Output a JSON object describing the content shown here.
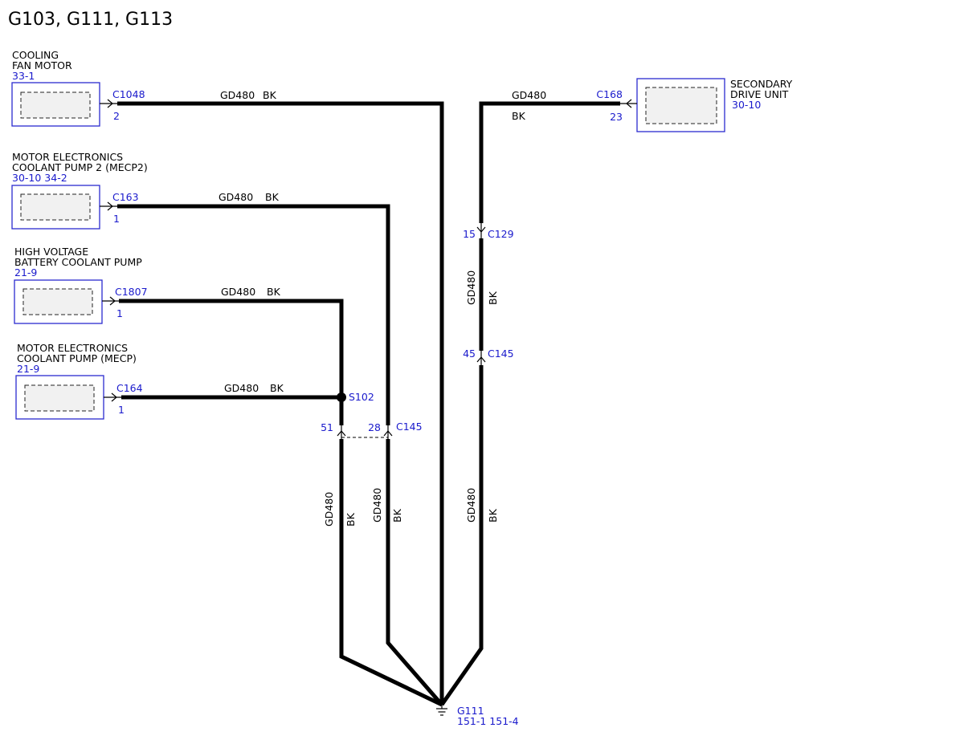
{
  "title": "G103, G111, G113",
  "wire": {
    "circuit": "GD480",
    "color": "BK"
  },
  "components": {
    "cooling_fan_motor": {
      "name_line1": "COOLING",
      "name_line2": "FAN MOTOR",
      "ref": "33-1",
      "connector": "C1048",
      "pin": "2"
    },
    "mecp2": {
      "name_line1": "MOTOR ELECTRONICS",
      "name_line2": "COOLANT PUMP 2 (MECP2)",
      "ref": "30-10 34-2",
      "connector": "C163",
      "pin": "1"
    },
    "hv_battery_pump": {
      "name_line1": "HIGH VOLTAGE",
      "name_line2": "BATTERY COOLANT PUMP",
      "ref": "21-9",
      "connector": "C1807",
      "pin": "1"
    },
    "mecp": {
      "name_line1": "MOTOR ELECTRONICS",
      "name_line2": "COOLANT PUMP (MECP)",
      "ref": "21-9",
      "connector": "C164",
      "pin": "1"
    },
    "secondary_drive_unit": {
      "name_line1": "SECONDARY",
      "name_line2": "DRIVE UNIT",
      "ref": "30-10",
      "connector": "C168",
      "pin": "23"
    }
  },
  "splice": {
    "id": "S102"
  },
  "inline_connectors": {
    "c145_left": {
      "id": "C145",
      "pin_a": "51",
      "pin_b": "28"
    },
    "c129": {
      "id": "C129",
      "pin": "15"
    },
    "c145_right": {
      "id": "C145",
      "pin": "45"
    }
  },
  "ground": {
    "id": "G111",
    "refs": "151-1 151-4"
  }
}
